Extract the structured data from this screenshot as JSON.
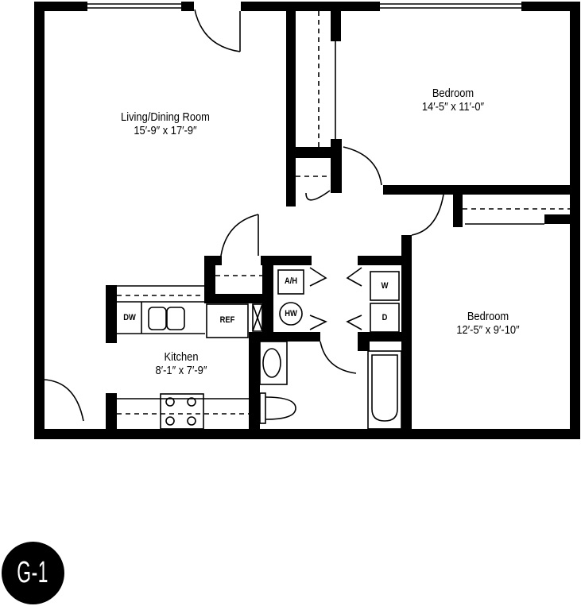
{
  "plan": {
    "unit_code": "G-1",
    "rooms": [
      {
        "name": "Living/Dining Room",
        "dimensions": "15′-9″ x 17′-9″"
      },
      {
        "name": "Bedroom",
        "dimensions": "14′-5″ x 11′-0″"
      },
      {
        "name": "Bedroom",
        "dimensions": "12′-5″ x 9′-10″"
      },
      {
        "name": "Kitchen",
        "dimensions": "8′-1″ x 7′-9″"
      }
    ],
    "fixtures": {
      "dishwasher": "DW",
      "refrigerator": "REF",
      "air_handler": "A/H",
      "water_heater": "HW",
      "washer": "W",
      "dryer": "D"
    }
  }
}
